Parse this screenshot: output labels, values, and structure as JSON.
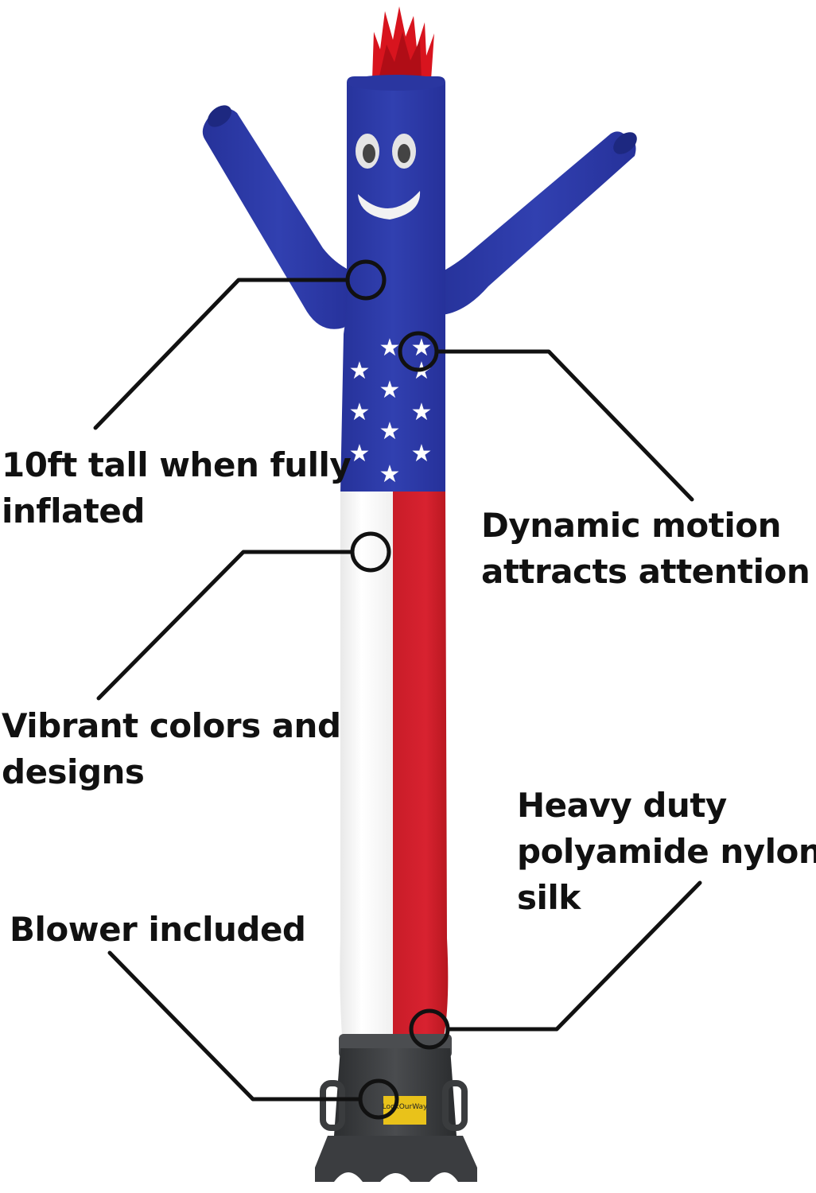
{
  "product": {
    "blower_label": "LookOurWay"
  },
  "callouts": {
    "height": {
      "lines": [
        "10ft tall when fully",
        "inflated"
      ]
    },
    "motion": {
      "lines": [
        "Dynamic motion",
        "attracts attention"
      ]
    },
    "colors": {
      "lines": [
        "Vibrant colors and",
        "designs"
      ]
    },
    "material": {
      "lines": [
        "Heavy duty",
        "polyamide nylon",
        "silk"
      ]
    },
    "blower": {
      "lines": [
        "Blower included"
      ]
    }
  },
  "colors": {
    "blue": "#2c3aa6",
    "red": "#d21f2c",
    "white": "#f6f6f6",
    "tassel": "#d8141e",
    "blower_body": "#3a3c3e",
    "label_yellow": "#e9c21a",
    "line": "#111111"
  }
}
